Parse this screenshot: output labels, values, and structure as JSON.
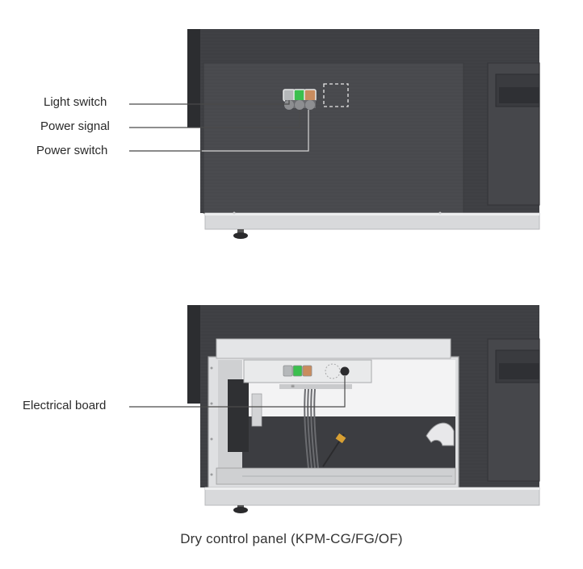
{
  "colors": {
    "cabinet": "#4a4b4f",
    "cabinet_dark": "#2f3033",
    "steel": "#d9dadc",
    "leader_line": "#4a4a4a",
    "button_grey": "#b5b8ba",
    "button_green": "#3bbf4e",
    "button_orange": "#c98c5e"
  },
  "top_view": {
    "callouts": [
      {
        "label": "Light switch",
        "target": "light-switch-button"
      },
      {
        "label": "Power signal",
        "target": "power-signal-indicator"
      },
      {
        "label": "Power switch",
        "target": "power-switch-button"
      }
    ]
  },
  "bottom_view": {
    "callouts": [
      {
        "label": "Electrical board",
        "target": "electrical-board"
      }
    ]
  },
  "caption": "Dry control panel (KPM-CG/FG/OF)"
}
